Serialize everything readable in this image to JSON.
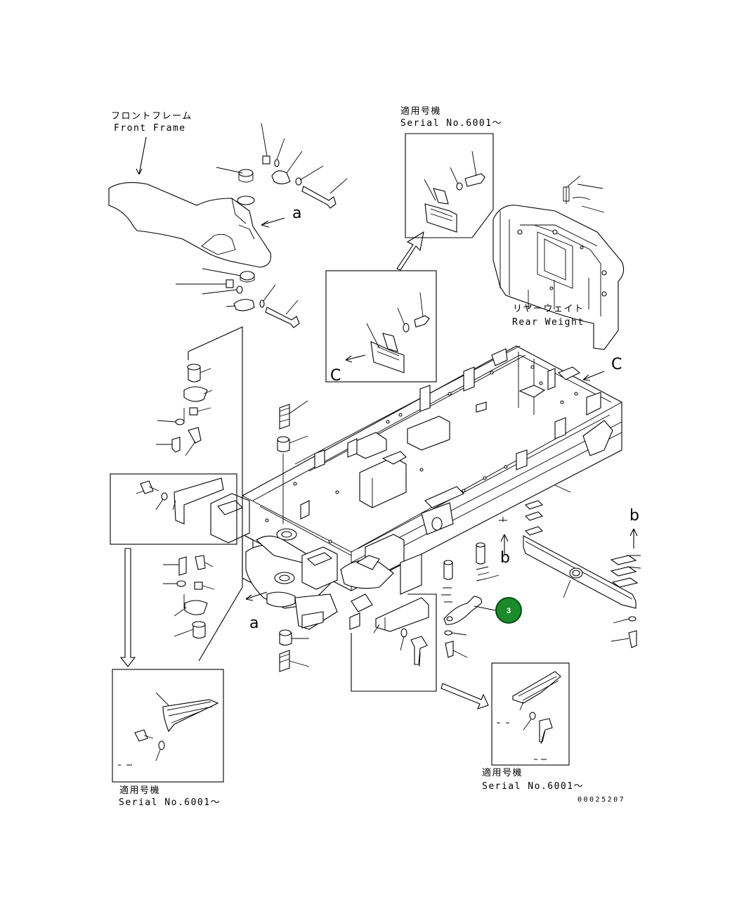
{
  "labels": {
    "front_frame_jp": "フロントフレーム",
    "front_frame_en": "Front Frame",
    "rear_weight_jp": "リヤーウェイト",
    "rear_weight_en": "Rear Weight",
    "serial_jp": "適用号機",
    "serial_en": "Serial No.6001～",
    "drawing_code": "00025207"
  },
  "view_letters": {
    "a": "a",
    "b": "b",
    "c": "C"
  },
  "callout": {
    "number": "3",
    "color": "#1a8a2a",
    "ring_color": "#0b4d14"
  },
  "colors": {
    "line": "#000000",
    "background": "#ffffff"
  }
}
